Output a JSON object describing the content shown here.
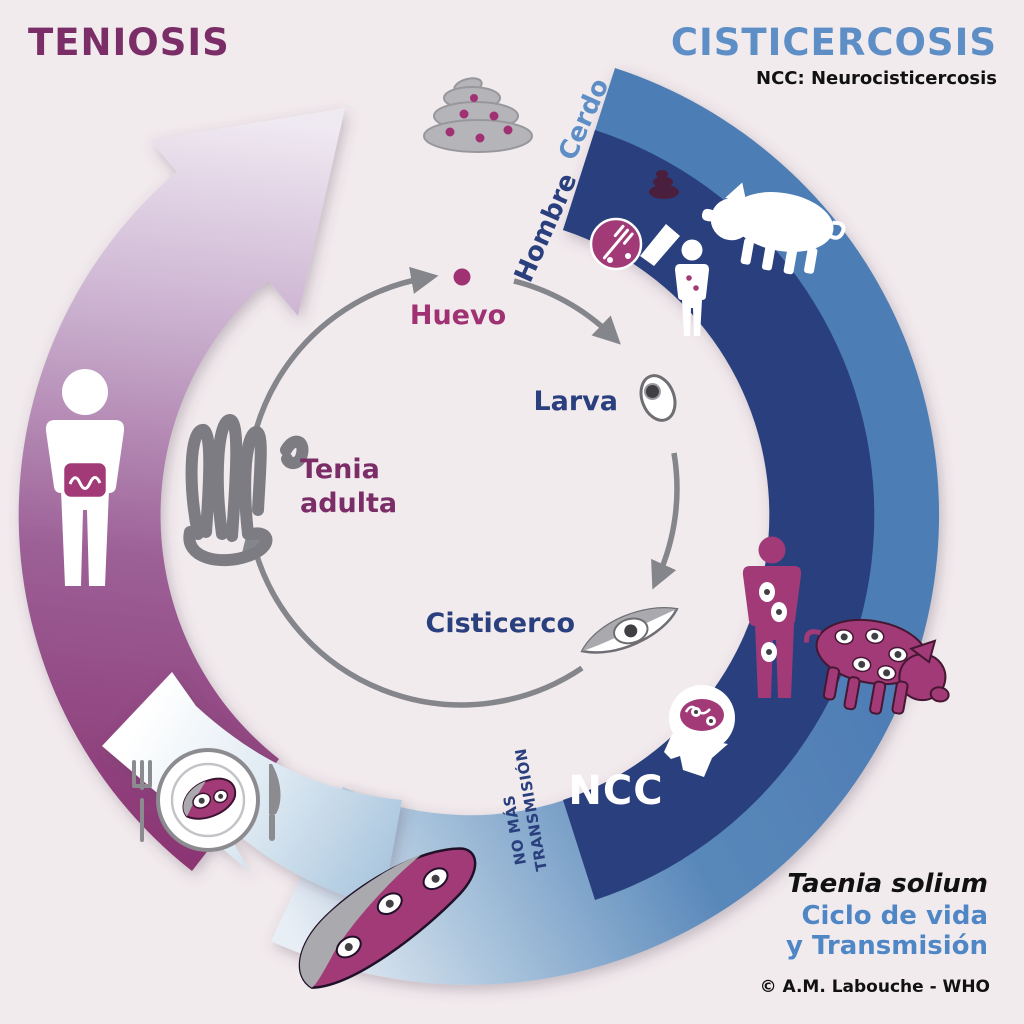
{
  "header": {
    "teniosis": "TENIOSIS",
    "cisticercosis": "CISTICERCOSIS",
    "ncc_note": "NCC: Neurocisticercosis"
  },
  "cycle": {
    "huevo": "Huevo",
    "larva": "Larva",
    "cisticerco": "Cisticerco",
    "tenia_line1": "Tenia",
    "tenia_line2": "adulta"
  },
  "hosts": {
    "hombre": "Hombre",
    "cerdo": "Cerdo"
  },
  "arc": {
    "ncc": "NCC",
    "no_mas_line1": "NO MÁS",
    "no_mas_line2": "TRANSMISIÓN"
  },
  "footer": {
    "species": "Taenia solium",
    "line1": "Ciclo de vida",
    "line2": "y Transmisión",
    "credit": "© A.M. Labouche - WHO"
  },
  "colors": {
    "background": "#f2ebee",
    "purple_title": "#7b2d68",
    "steel_blue": "#4e7db5",
    "navy": "#2a3f7d",
    "magenta": "#a23a78",
    "gray": "#85868c"
  }
}
